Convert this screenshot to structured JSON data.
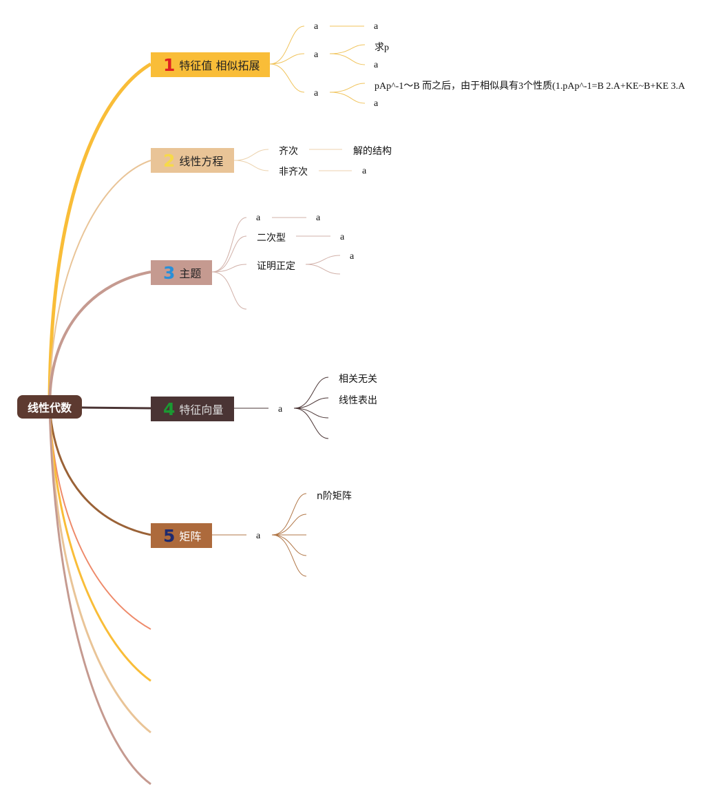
{
  "root": {
    "label": "线性代数"
  },
  "branches": [
    {
      "num": "1",
      "label": "特征值 相似拓展",
      "color": "#f9bd38",
      "num_color": "#e02020",
      "text_color": "#222222"
    },
    {
      "num": "2",
      "label": "线性方程",
      "color": "#e9c497",
      "num_color": "#f6d94a",
      "text_color": "#222222"
    },
    {
      "num": "3",
      "label": "主题",
      "color": "#c59a90",
      "num_color": "#2a8fd8",
      "text_color": "#222222"
    },
    {
      "num": "4",
      "label": "特征向量",
      "color": "#4a3434",
      "num_color": "#1a9a32",
      "text_color": "#dddddd"
    },
    {
      "num": "5",
      "label": "矩阵",
      "color": "#ad6a3c",
      "num_color": "#1e2a6e",
      "text_color": "#ffffff"
    }
  ],
  "b1": {
    "sub1": "a",
    "sub1_leaf": "a",
    "sub2": "a",
    "sub2_leaf1": "求p",
    "sub2_leaf2": "a",
    "sub3": "a",
    "sub3_leaf1": "pAp^-1〜B 而之后，由于相似具有3个性质(1.pAp^-1=B 2.A+KE~B+KE 3.A",
    "sub3_leaf2": "a"
  },
  "b2": {
    "sub1": "齐次",
    "sub1_leaf": "解的结构",
    "sub2": "非齐次",
    "sub2_leaf": "a"
  },
  "b3": {
    "sub1": "a",
    "sub1_leaf": "a",
    "sub2": "二次型",
    "sub2_leaf": "a",
    "sub3": "证明正定",
    "sub3_leaf": "a"
  },
  "b4": {
    "sub1": "a",
    "leaf1": "相关无关",
    "leaf2": "线性表出"
  },
  "b5": {
    "sub1": "a",
    "leaf1": "n阶矩阵"
  }
}
